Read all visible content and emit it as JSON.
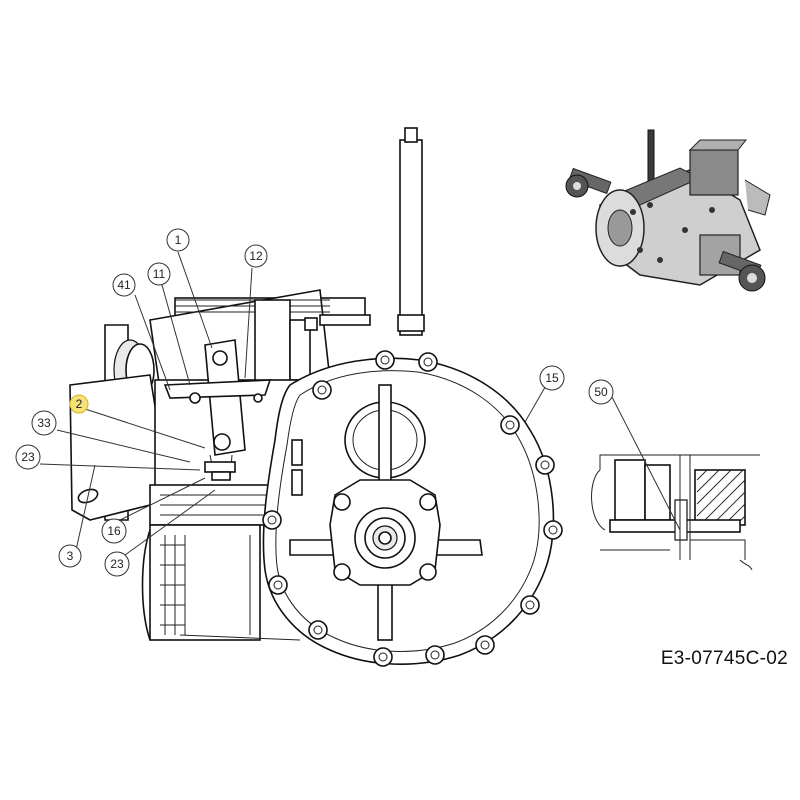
{
  "drawing_id": "E3-07745C-02",
  "callouts": [
    {
      "label": "1"
    },
    {
      "label": "12"
    },
    {
      "label": "11"
    },
    {
      "label": "41"
    },
    {
      "label": "2",
      "highlighted": true
    },
    {
      "label": "33"
    },
    {
      "label": "23"
    },
    {
      "label": "16"
    },
    {
      "label": "3"
    },
    {
      "label": "23"
    },
    {
      "label": "15"
    },
    {
      "label": "50"
    }
  ],
  "colors": {
    "line": "#111111",
    "highlight": "#f7e27a"
  }
}
